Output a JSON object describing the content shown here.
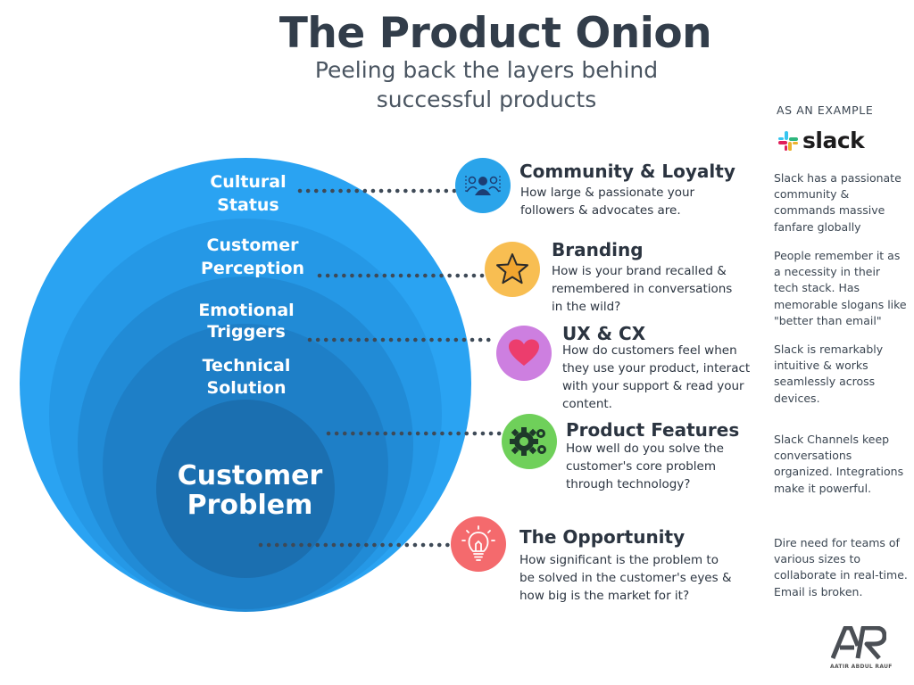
{
  "title": "The Product Onion",
  "subtitle": "Peeling back the layers behind successful products",
  "layers": [
    {
      "label_line1": "Cultural",
      "label_line2": "Status"
    },
    {
      "label_line1": "Customer",
      "label_line2": "Perception"
    },
    {
      "label_line1": "Emotional",
      "label_line2": "Triggers"
    },
    {
      "label_line1": "Technical",
      "label_line2": "Solution"
    },
    {
      "label_line1": "Customer",
      "label_line2": "Problem"
    }
  ],
  "items": [
    {
      "title": "Community & Loyalty",
      "desc": "How large & passionate your followers & advocates are.",
      "icon": "community-icon",
      "color": "#2aa4ea"
    },
    {
      "title": "Branding",
      "desc": "How is your brand recalled & remembered in conversations in the wild?",
      "icon": "star-icon",
      "color": "#f8be52"
    },
    {
      "title": "UX & CX",
      "desc": "How do customers feel when they use your product, interact with your support & read your content.",
      "icon": "heart-icon",
      "color": "#cd7fe0"
    },
    {
      "title": "Product Features",
      "desc": "How well do you solve the customer's core problem through technology?",
      "icon": "gears-icon",
      "color": "#6fd05a"
    },
    {
      "title": "The Opportunity",
      "desc": "How significant is the problem to be solved in the customer's eyes & how big is the market for it?",
      "icon": "lightbulb-icon",
      "color": "#f46a6d"
    }
  ],
  "example": {
    "heading": "AS AN EXAMPLE",
    "logo_text": "slack",
    "notes": [
      "Slack has a passionate community & commands massive fanfare globally",
      "People remember it as a necessity in their tech stack. Has memorable slogans like \"better than email\"",
      "Slack is remarkably intuitive & works seamlessly across devices.",
      "Slack Channels keep conversations organized. Integrations make it powerful.",
      "Dire need for teams of various sizes to collaborate in real-time. Email is broken."
    ]
  },
  "brand": {
    "monogram": "AR",
    "name": "AATIR ABDUL RAUF"
  },
  "colors": {
    "onion_outer": "#2a9ff0",
    "onion_core": "#1f72b4",
    "text_dark": "#2b3440",
    "dots": "#3e4a57"
  }
}
